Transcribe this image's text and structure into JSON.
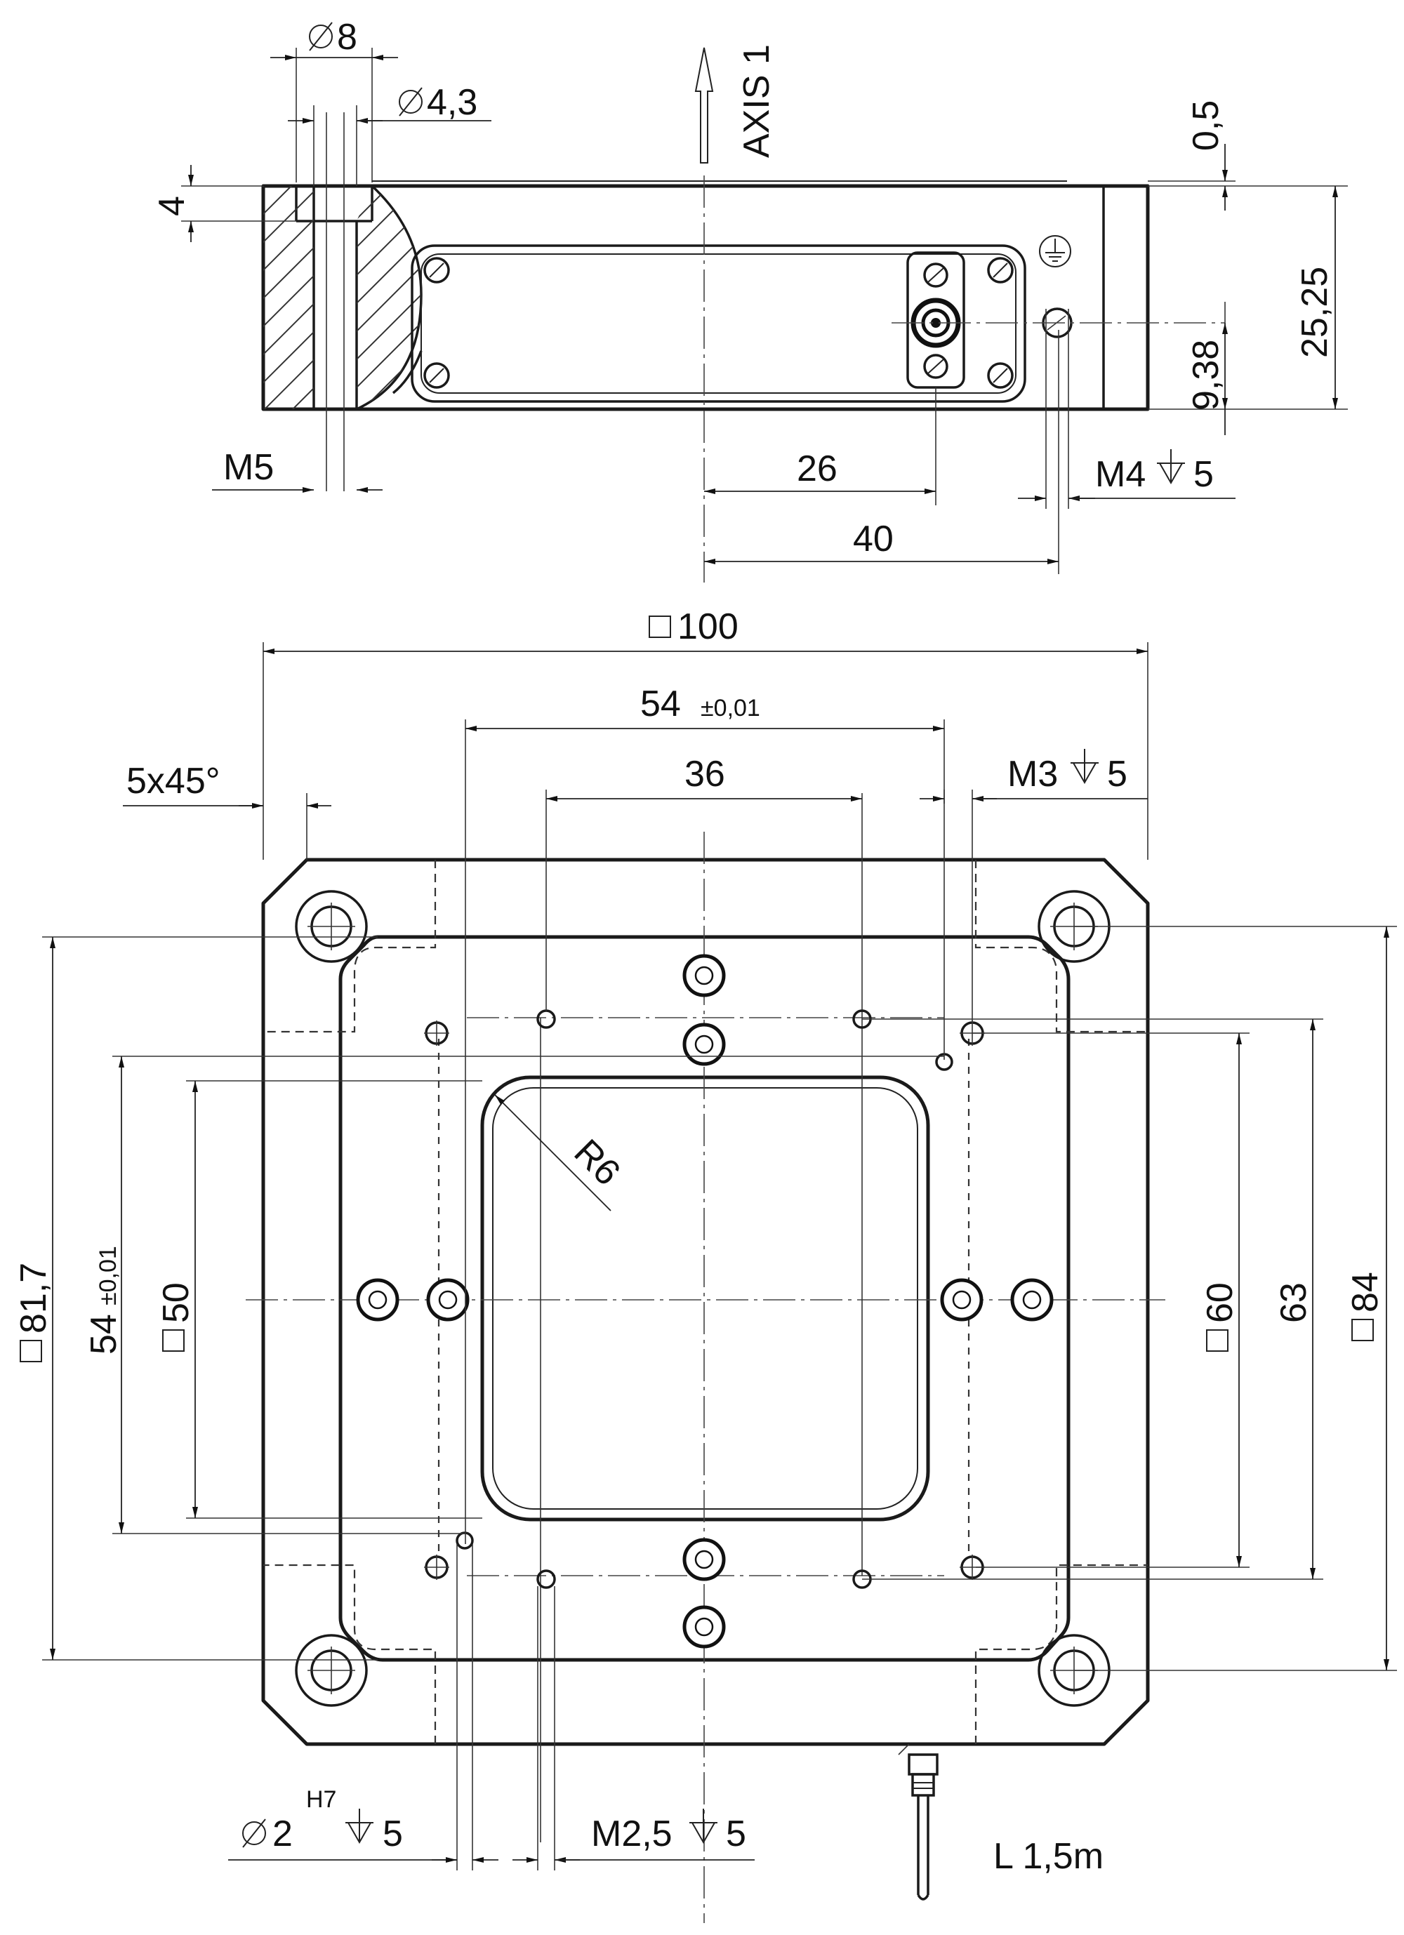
{
  "drawing": {
    "side_view": {
      "axis_label": "AXIS 1",
      "dims": {
        "dia_8": "8",
        "dia_4_3": "4,3",
        "depth_4": "4",
        "thread_m5": "M5",
        "offset_0_5": "0,5",
        "height_25_25": "25,25",
        "height_9_38": "9,38",
        "dist_26": "26",
        "dist_40": "40",
        "thread_m4": "M4",
        "depth_m4": "5"
      }
    },
    "top_view": {
      "dims": {
        "square_100": "100",
        "pitch_54_h": "54",
        "tol_h": "±0,01",
        "dist_36": "36",
        "chamfer": "5x45°",
        "thread_m3": "M3",
        "depth_m3": "5",
        "radius": "R6",
        "square_81_7": "81,7",
        "pitch_54_v": "54",
        "tol_v": "±0,01",
        "square_50": "50",
        "square_60": "60",
        "dist_63": "63",
        "square_84": "84",
        "pin_dia": "2",
        "pin_fit": "H7",
        "pin_depth": "5",
        "thread_m2_5": "M2,5",
        "depth_m2_5": "5",
        "cable_length": "L 1,5m"
      }
    }
  }
}
